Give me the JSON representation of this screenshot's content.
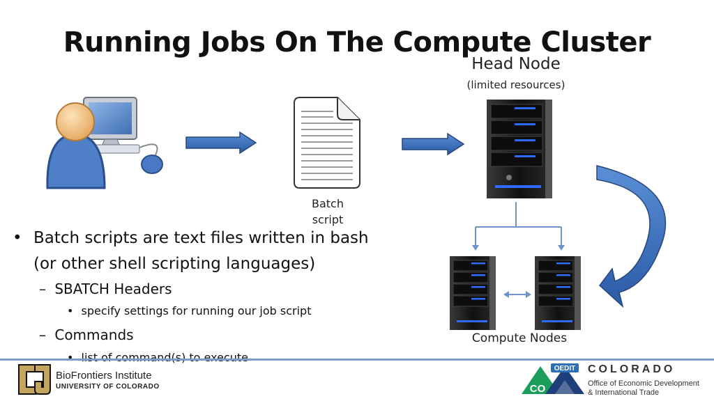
{
  "slide": {
    "title": "Running Jobs On The Compute Cluster",
    "head_node_label": "Head Node",
    "head_node_sub": "(limited resources)",
    "batch_label_line1": "Batch",
    "batch_label_line2": "script",
    "compute_nodes_label": "Compute Nodes"
  },
  "bullets": {
    "main_line1": "Batch scripts are text files written in bash",
    "main_line2": "(or other shell scripting languages)",
    "sub1": "SBATCH Headers",
    "sub1_detail": "specify settings for running our job script",
    "sub2": "Commands",
    "sub2_detail": "list of command(s) to execute"
  },
  "footer": {
    "cu_name": "BioFrontiers Institute",
    "cu_univ": "UNIVERSITY OF COLORADO",
    "co_word": "COLORADO",
    "oedit_badge": "OEDIT",
    "co_badge": "CO",
    "oedit_line1": "Office of Economic Development",
    "oedit_line2": "& International Trade"
  },
  "colors": {
    "arrow_blue": "#3a6fb8",
    "accent_line": "#7b9cc7",
    "server_dark": "#1b1b1b",
    "led_blue": "#2f6bff"
  }
}
